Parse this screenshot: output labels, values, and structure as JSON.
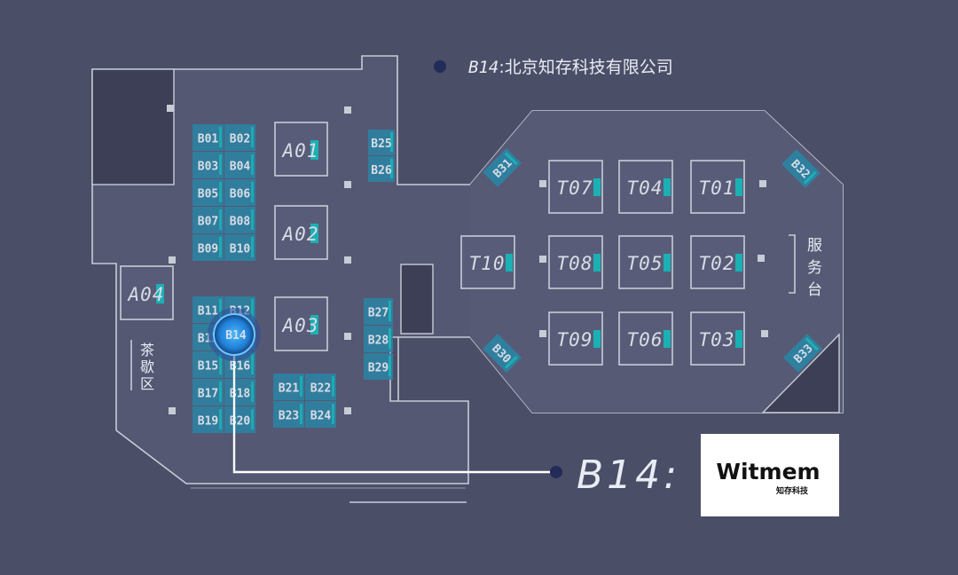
{
  "legend": {
    "booth": "B14",
    "company": "北京知存科技有限公司",
    "separator": ":"
  },
  "callout": {
    "booth": "B14",
    "separator": ":",
    "logo_wordmark": "Witmem",
    "logo_sub": "知存科技"
  },
  "areas": {
    "tea": [
      "茶",
      "歇",
      "区"
    ],
    "service": [
      "服",
      "务",
      "台"
    ]
  },
  "booths": {
    "b_left": [
      "B01",
      "B02",
      "B03",
      "B04",
      "B05",
      "B06",
      "B07",
      "B08",
      "B09",
      "B10"
    ],
    "b_lower": [
      "B11",
      "B12",
      "B13",
      "B14",
      "B15",
      "B16",
      "B17",
      "B18",
      "B19",
      "B20"
    ],
    "b_mid": [
      "B21",
      "B22",
      "B23",
      "B24"
    ],
    "b_column_top": [
      "B25",
      "B26"
    ],
    "b_column_bottom": [
      "B27",
      "B28",
      "B29"
    ],
    "b_angled": [
      "B30",
      "B31",
      "B32",
      "B33"
    ],
    "a": [
      "A01",
      "A02",
      "A03",
      "A04"
    ],
    "t": [
      "T01",
      "T02",
      "T03",
      "T04",
      "T05",
      "T06",
      "T07",
      "T08",
      "T09",
      "T10"
    ]
  },
  "highlight": {
    "booth": "B14"
  },
  "colors": {
    "background": "#4b4e67",
    "floor": "#545873",
    "booth_fill": "#2b84a4",
    "booth_accent": "#1bb0b4",
    "highlight": "#2aa0e8",
    "wall": "#c7ccd6",
    "text": "#d9dde6"
  }
}
